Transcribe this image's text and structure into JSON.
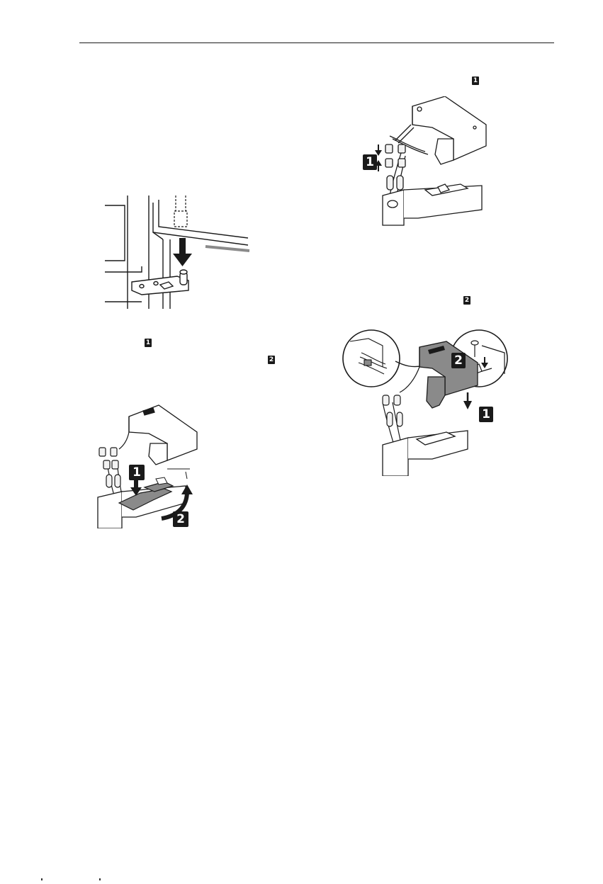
{
  "badges": {
    "right_top": "1",
    "left_mid_1": "1",
    "left_mid_2": "2",
    "right_mid_2": "2"
  },
  "figure_labels": {
    "fig3_step1": "1",
    "fig3_step2": "2",
    "fig2_step1": "1",
    "fig4_step1": "1",
    "fig4_step2": "2"
  },
  "colors": {
    "ink": "#1a1a1a",
    "gray_fill": "#8a8a8a",
    "light_fill": "#f2f2f2"
  }
}
